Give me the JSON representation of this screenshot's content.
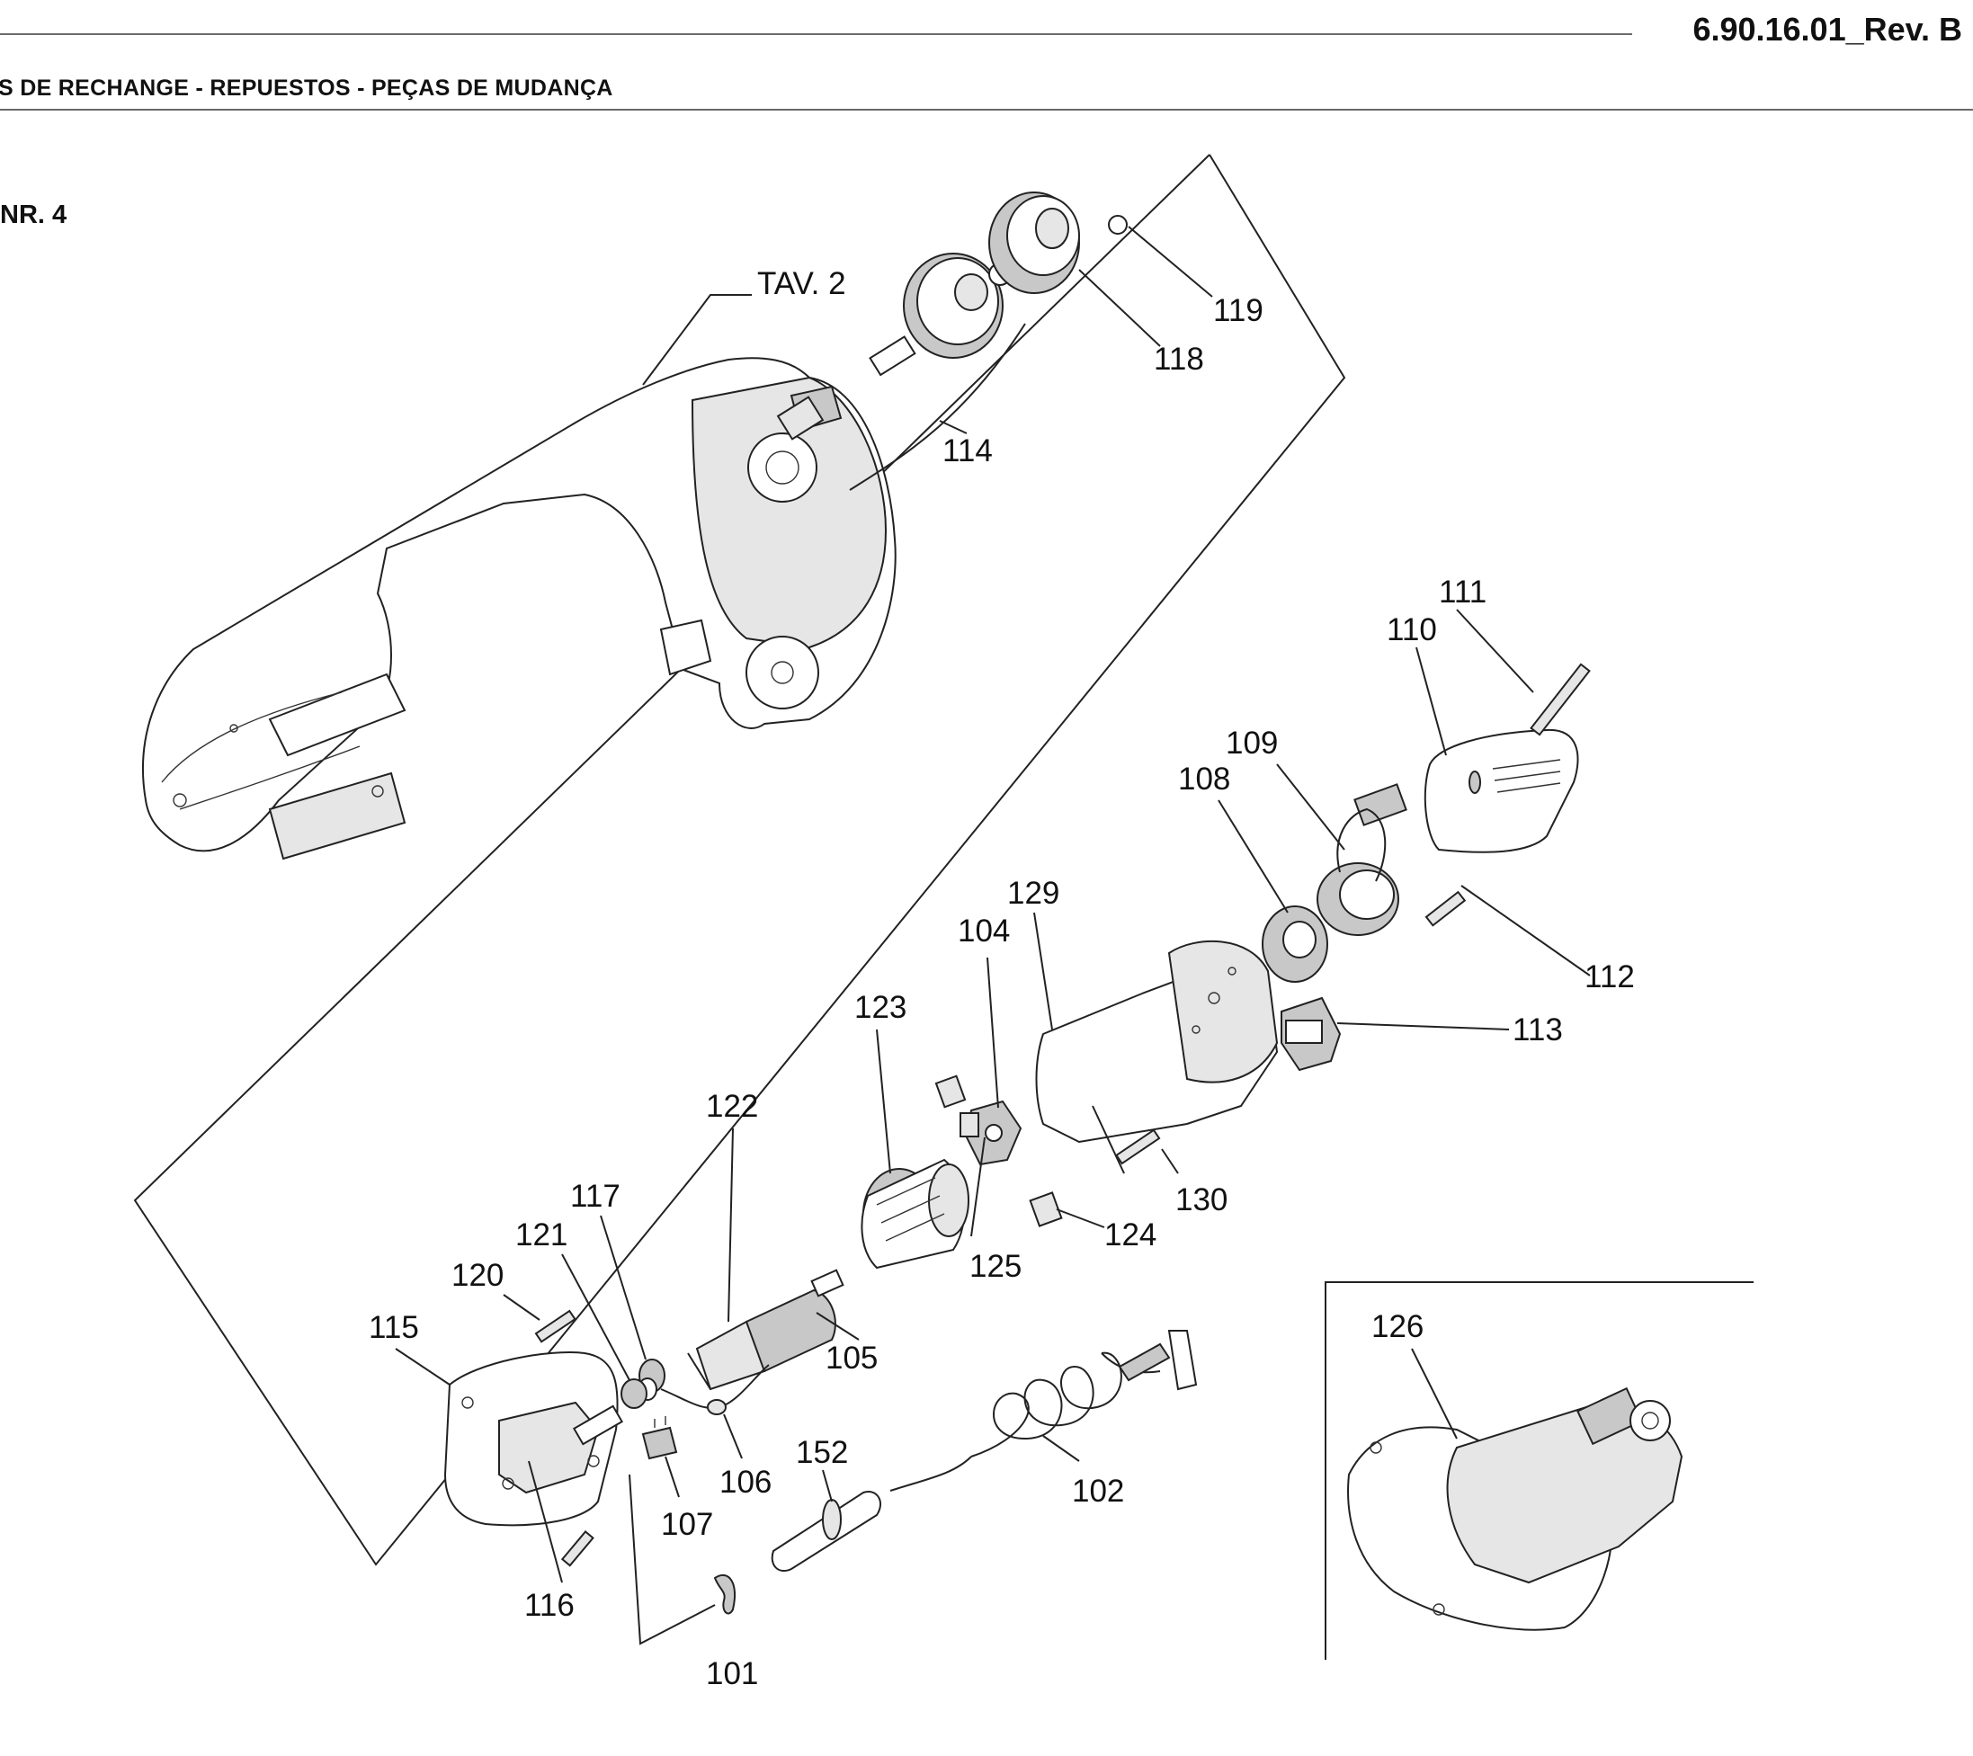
{
  "header": {
    "doc_code": "6.90.16.01_Rev. B",
    "section_title": "S DE RECHANGE - REPUESTOS - PEÇAS DE MUDANÇA",
    "table_label": "NR. 4"
  },
  "callouts": {
    "tav_ref": "TAV. 2",
    "p101": "101",
    "p102": "102",
    "p104": "104",
    "p105": "105",
    "p106": "106",
    "p107": "107",
    "p108": "108",
    "p109": "109",
    "p110": "110",
    "p111": "111",
    "p112": "112",
    "p113": "113",
    "p114": "114",
    "p115": "115",
    "p116": "116",
    "p117": "117",
    "p118": "118",
    "p119": "119",
    "p120": "120",
    "p121": "121",
    "p122": "122",
    "p123": "123",
    "p124": "124",
    "p125": "125",
    "p126": "126",
    "p129": "129",
    "p130": "130",
    "p152": "152"
  }
}
